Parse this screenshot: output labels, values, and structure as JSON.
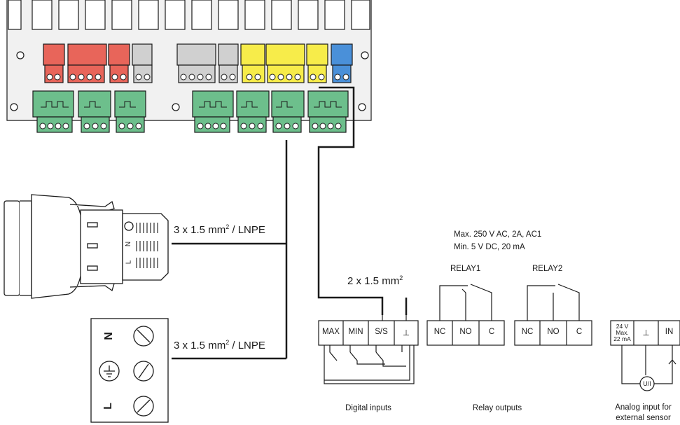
{
  "cables": {
    "plug_cable": "3 x 1.5 mm",
    "terminal_cable": "3 x 1.5 mm",
    "cable_suffix": " / LNPE",
    "exp": "2",
    "signal_cable": "2 x 1.5 mm"
  },
  "relay_spec": {
    "line1": "Max. 250 V AC, 2A, AC1",
    "line2": "Min. 5 V DC, 20 mA"
  },
  "relays": [
    {
      "name": "RELAY1",
      "terminals": [
        "NC",
        "NO",
        "C"
      ]
    },
    {
      "name": "RELAY2",
      "terminals": [
        "NC",
        "NO",
        "C"
      ]
    }
  ],
  "digital_inputs": {
    "terminals": [
      "MAX",
      "MIN",
      "S/S",
      "⊥"
    ]
  },
  "analog_input": {
    "terminals": [
      "24 V",
      "Max.",
      "22 mA",
      "⊥",
      "IN"
    ],
    "sensor_label": "U/I"
  },
  "plug_letters": [
    "N",
    "L"
  ],
  "terminal_letters": [
    "N",
    "L"
  ],
  "captions": {
    "digital": "Digital inputs",
    "relay": "Relay outputs",
    "analog_line1": "Analog input for",
    "analog_line2": "external sensor"
  },
  "colors": {
    "red": "#e8655a",
    "grey": "#d0d0d0",
    "yellow": "#f7ec4a",
    "blue": "#4a90d9",
    "green": "#6dbf8c",
    "board": "#f1f1f1"
  }
}
